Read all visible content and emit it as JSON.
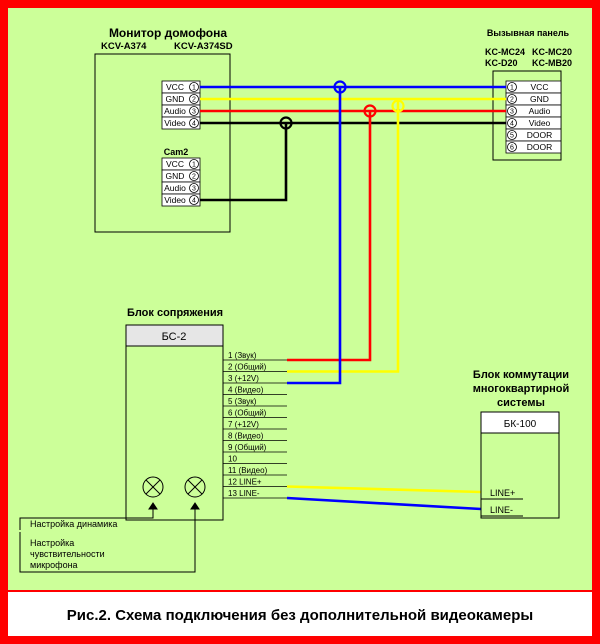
{
  "caption": "Рис.2.  Схема подключения без дополнительной видеокамеры",
  "colors": {
    "background": "#ccff99",
    "frame": "#ff0000",
    "wire_vcc": "#0000ff",
    "wire_gnd": "#ffff00",
    "wire_audio": "#ff0000",
    "wire_video": "#000000",
    "wire_line": "#ffff00"
  },
  "monitor": {
    "title": "Монитор домофона",
    "model_left": "KCV-A374",
    "model_right": "KCV-A374SD",
    "pins": [
      {
        "label": "VCC",
        "num": "1"
      },
      {
        "label": "GND",
        "num": "2"
      },
      {
        "label": "Audio",
        "num": "3"
      },
      {
        "label": "Video",
        "num": "4"
      }
    ],
    "cam2_title": "Cam2",
    "cam2_pins": [
      {
        "label": "VCC",
        "num": "1"
      },
      {
        "label": "GND",
        "num": "2"
      },
      {
        "label": "Audio",
        "num": "3"
      },
      {
        "label": "Video",
        "num": "4"
      }
    ]
  },
  "panel": {
    "title": "Вызывная панель",
    "models_line1_left": "KC-MC24",
    "models_line1_right": "KC-MC20",
    "models_line2_left": "KC-D20",
    "models_line2_right": "KC-MB20",
    "pins": [
      {
        "num": "1",
        "label": "VCC"
      },
      {
        "num": "2",
        "label": "GND"
      },
      {
        "num": "3",
        "label": "Audio"
      },
      {
        "num": "4",
        "label": "Video"
      },
      {
        "num": "5",
        "label": "DOOR"
      },
      {
        "num": "6",
        "label": "DOOR"
      }
    ]
  },
  "interface_block": {
    "title": "Блок сопряжения",
    "name": "БС-2",
    "terminals": [
      "1 (Звук)",
      "2 (Общий)",
      "3 (+12V)",
      "4 (Видео)",
      "5 (Звук)",
      "6 (Общий)",
      "7 (+12V)",
      "8 (Видео)",
      "9 (Общий)",
      "10",
      "11 (Видео)",
      "12 LINE+",
      "13 LINE-"
    ],
    "speaker_adjust": "Настройка динамика",
    "mic_adjust": [
      "Настройка",
      "чувствительности",
      "микрофона"
    ]
  },
  "switch_block": {
    "title": [
      "Блок коммутации",
      "многоквартирной",
      "системы"
    ],
    "name": "БК-100",
    "terminals": [
      "LINE+",
      "LINE-"
    ]
  }
}
